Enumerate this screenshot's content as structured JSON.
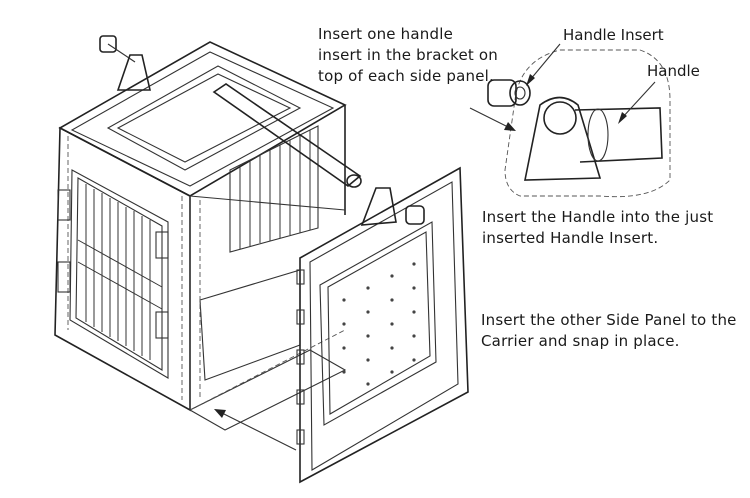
{
  "instructions": {
    "step_handle_insert": [
      "Insert one handle",
      "insert in the bracket on",
      "top of each side panel."
    ],
    "step_handle": [
      "Insert the Handle into the just",
      "inserted Handle Insert."
    ],
    "step_side_panel": [
      "Insert the other Side Panel to the",
      "Carrier and snap in place."
    ]
  },
  "callouts": {
    "handle_insert": "Handle Insert",
    "handle": "Handle"
  }
}
